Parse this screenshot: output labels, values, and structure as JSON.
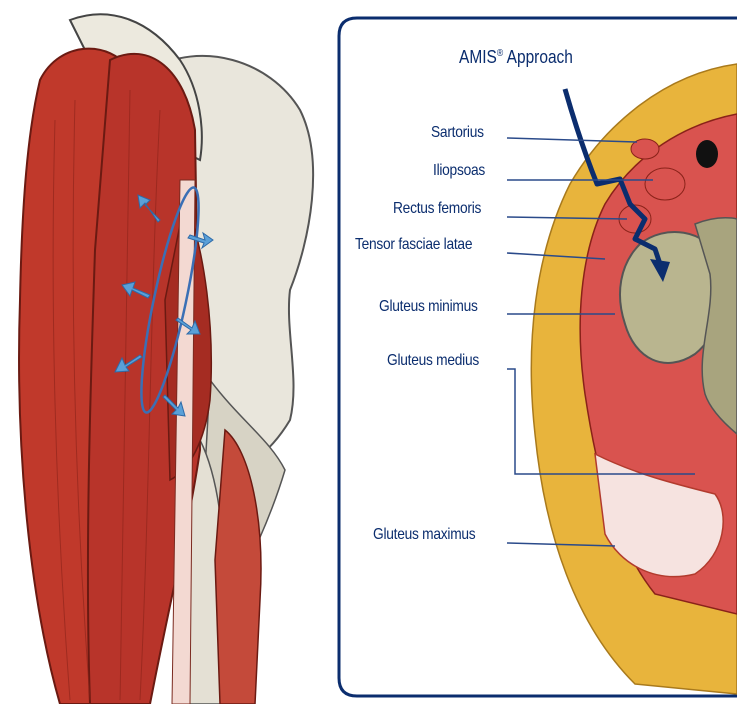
{
  "panel": {
    "title_main": "AMIS",
    "title_reg": "®",
    "title_rest": " Approach"
  },
  "labels": [
    "Sartorius",
    "Iliopsoas",
    "Rectus femoris",
    "Tensor fasciae latae",
    "Gluteus minimus",
    "Gluteus medius",
    "Gluteus maximus"
  ],
  "colors": {
    "muscle": "#c0392b",
    "bone": "#d9d4c7",
    "fat": "#e8b43c",
    "arrow": "#5aa0d8",
    "label_text": "#0b2d6e",
    "frame": "#0b2d6e"
  }
}
